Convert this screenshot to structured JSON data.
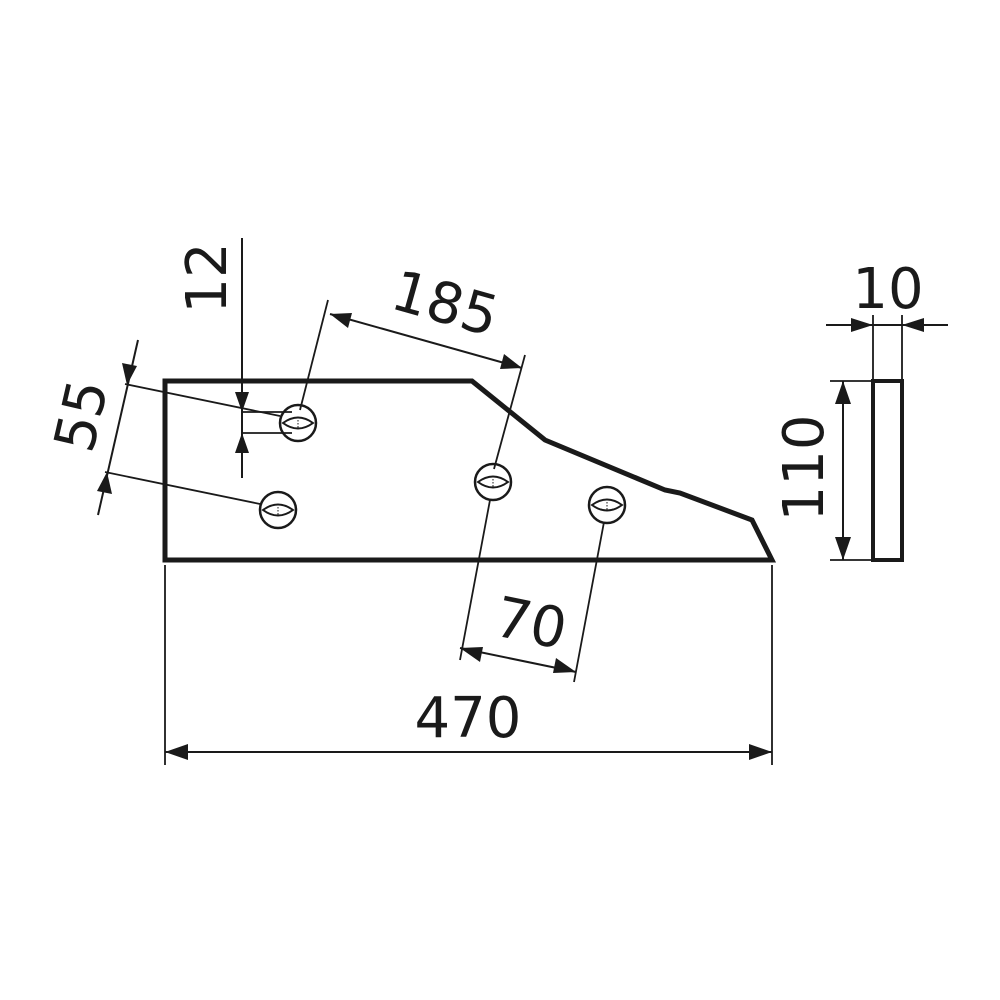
{
  "dimensions": {
    "total_length": "470",
    "hole_spacing_long": "185",
    "hole_spacing_short": "70",
    "vertical_hole_spacing": "55",
    "hole_offset": "12",
    "height": "110",
    "thickness": "10"
  }
}
